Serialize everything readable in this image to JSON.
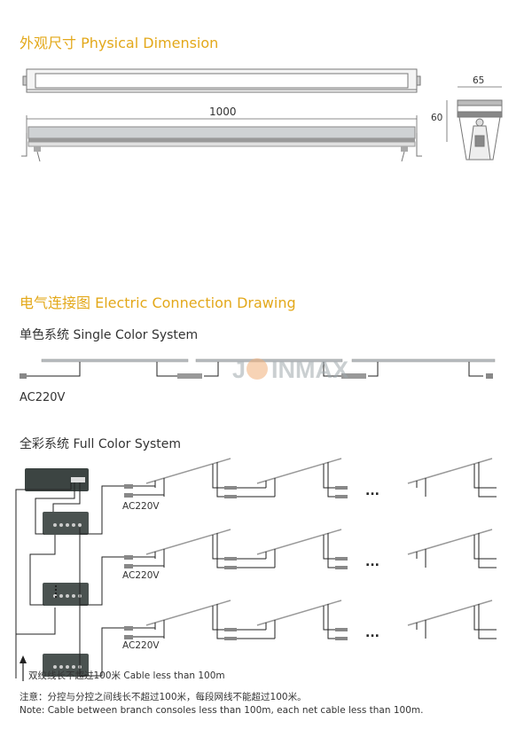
{
  "physical": {
    "title": "外观尺寸 Physical Dimension",
    "length_label": "1000",
    "width_label": "65",
    "height_label": "60"
  },
  "electric": {
    "title": "电气连接图 Electric Connection Drawing",
    "single": {
      "title": "单色系统 Single Color System",
      "power_label": "AC220V",
      "watermark": "JOINMAX"
    },
    "full": {
      "title": "全彩系统 Full Color System",
      "power_labels": [
        "AC220V",
        "AC220V",
        "AC220V"
      ],
      "ellipsis": "…",
      "cable_note": "双绞线长不超过100米 Cable less than 100m"
    },
    "note_cn": "注意：分控与分控之间线长不超过100米，每段网线不能超过100米。",
    "note_en": "Note: Cable between branch consoles less than 100m, each net cable less than 100m."
  },
  "colors": {
    "accent": "#e3a81a",
    "line": "#333333",
    "bar": "#b8bcbf"
  }
}
